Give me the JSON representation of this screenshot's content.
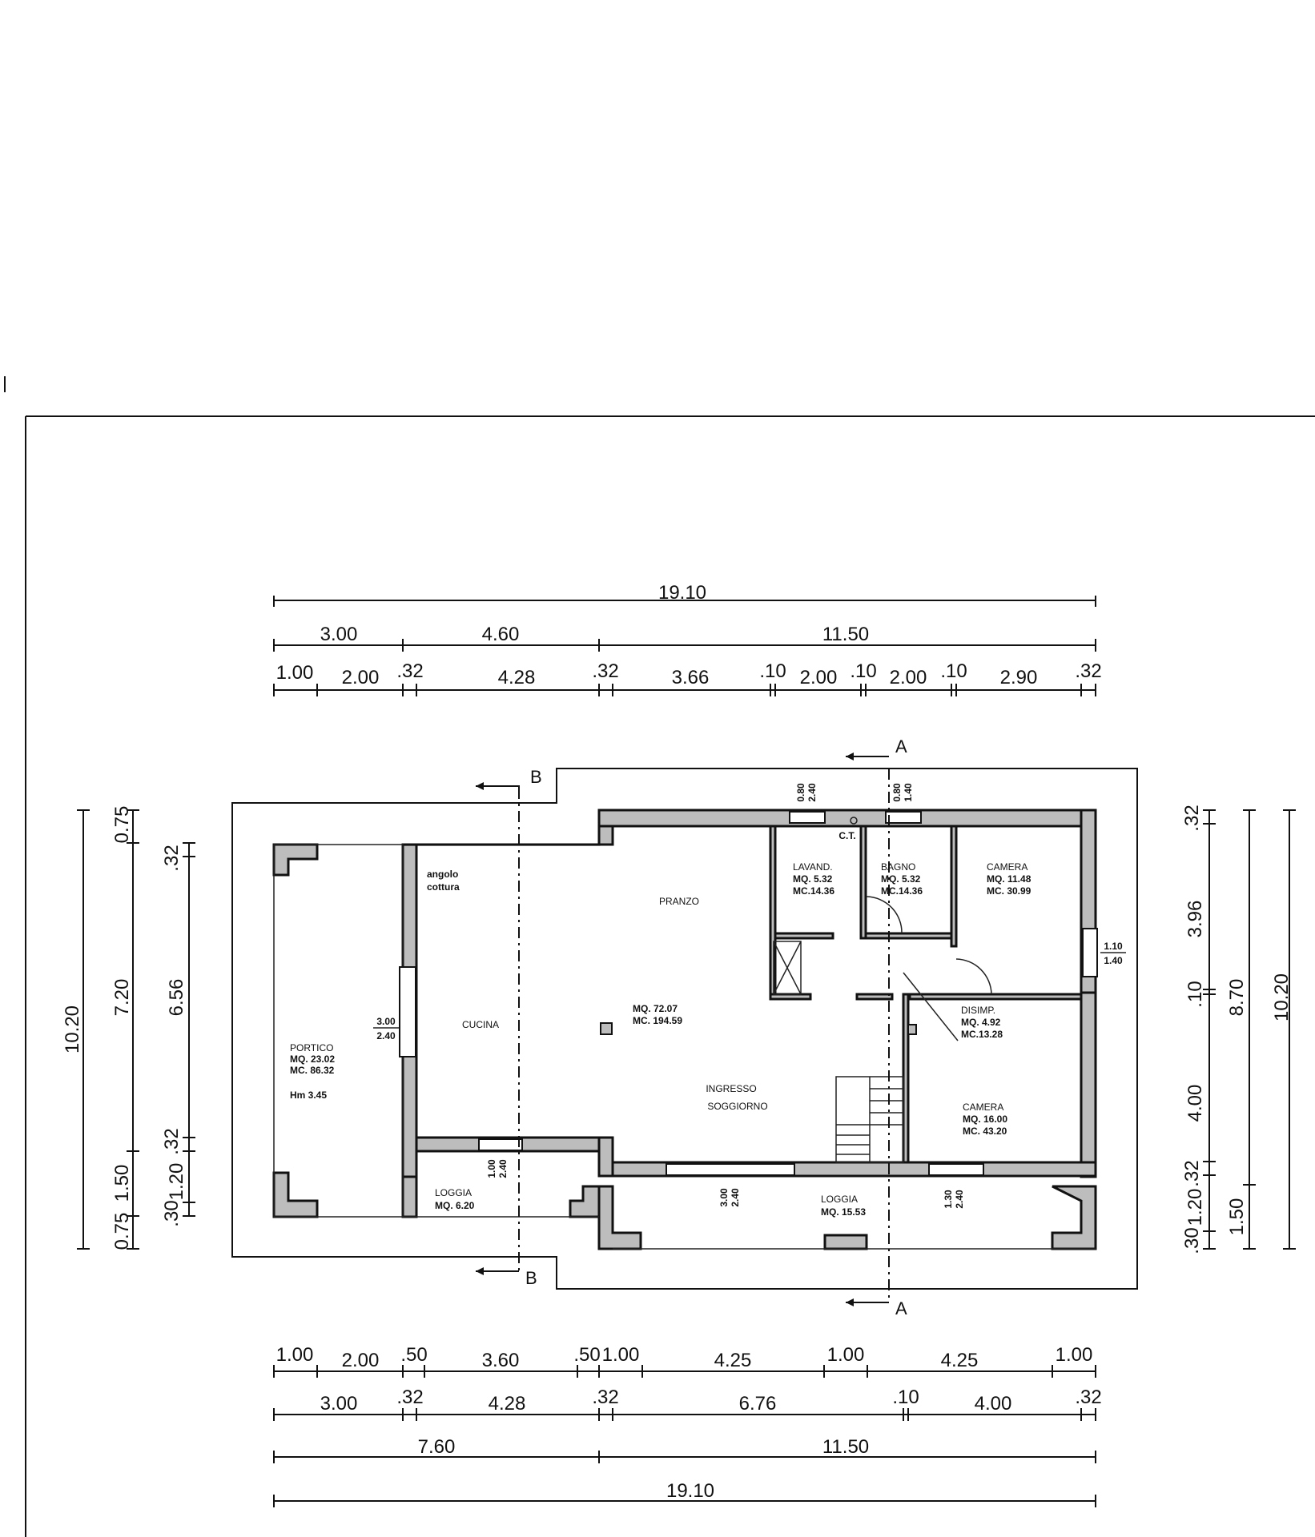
{
  "dimensions": {
    "top_total": "19.10",
    "top_row2": [
      "3.00",
      "4.60",
      "11.50"
    ],
    "top_row3": [
      "1.00",
      "2.00",
      ".32",
      "4.28",
      ".32",
      "3.66",
      ".10",
      "2.00",
      ".10",
      "2.00",
      ".10",
      "2.90",
      ".32"
    ],
    "bottom_row1": [
      "1.00",
      "2.00",
      ".50",
      "3.60",
      ".50",
      "1.00",
      "4.25",
      "1.00",
      "4.25",
      "1.00"
    ],
    "bottom_row2": [
      "3.00",
      ".32",
      "4.28",
      ".32",
      "6.76",
      ".10",
      "4.00",
      ".32"
    ],
    "bottom_row3": [
      "7.60",
      "11.50"
    ],
    "bottom_total": "19.10",
    "left_outer": "10.20",
    "left_mid": [
      "0.75",
      "7.20",
      "1.50",
      "0.75"
    ],
    "left_inner": [
      ".32",
      "6.56",
      ".32",
      "1.20",
      ".30"
    ],
    "right_inner": [
      ".32",
      "3.96",
      ".10",
      "4.00",
      ".32",
      "1.20",
      ".30"
    ],
    "right_mid": [
      "8.70",
      "1.50"
    ],
    "right_outer": "10.20"
  },
  "sections": {
    "a": "A",
    "b": "B"
  },
  "rooms": {
    "portico": {
      "name": "PORTICO",
      "mq": "MQ. 23.02",
      "mc": "MC. 86.32",
      "hm": "Hm 3.45"
    },
    "cucina": {
      "name": "CUCINA"
    },
    "angolo": {
      "line1": "angolo",
      "line2": "cottura"
    },
    "pranzo": {
      "name": "PRANZO"
    },
    "soggiorno": {
      "name1": "INGRESSO",
      "name2": "SOGGIORNO",
      "mq": "MQ. 72.07",
      "mc": "MC. 194.59"
    },
    "lavand": {
      "name": "LAVAND.",
      "mq": "MQ. 5.32",
      "mc": "MC.14.36"
    },
    "bagno": {
      "name": "BAGNO",
      "mq": "MQ. 5.32",
      "mc": "MC.14.36"
    },
    "camera1": {
      "name": "CAMERA",
      "mq": "MQ. 11.48",
      "mc": "MC. 30.99"
    },
    "disimp": {
      "name": "DISIMP.",
      "mq": "MQ. 4.92",
      "mc": "MC.13.28"
    },
    "camera2": {
      "name": "CAMERA",
      "mq": "MQ. 16.00",
      "mc": "MC. 43.20"
    },
    "loggia1": {
      "name": "LOGGIA",
      "mq": "MQ. 6.20"
    },
    "loggia2": {
      "name": "LOGGIA",
      "mq": "MQ. 15.53"
    },
    "ct": "C.T."
  },
  "openings": {
    "w_top1": [
      "0.80",
      "2.40"
    ],
    "w_top2": [
      "0.80",
      "1.40"
    ],
    "w_left": [
      "3.00",
      "2.40"
    ],
    "w_right": [
      "1.10",
      "1.40"
    ],
    "w_bottom1": [
      "1.00",
      "2.40"
    ],
    "w_bottom2": [
      "3.00",
      "2.40"
    ],
    "w_bottom3": [
      "1.30",
      "2.40"
    ]
  }
}
